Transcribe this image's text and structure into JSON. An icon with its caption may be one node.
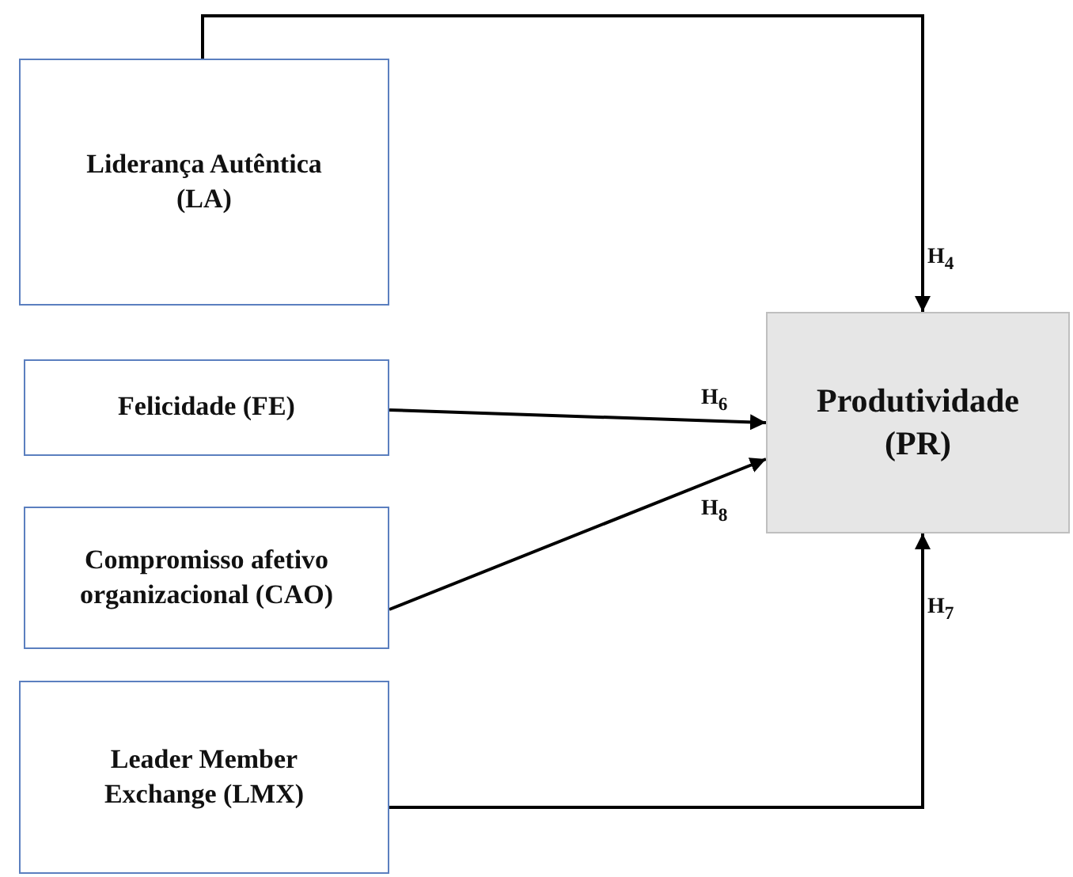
{
  "diagram": {
    "nodes": [
      {
        "text": [
          "Liderança Autêntica (LA)"
        ]
      },
      {
        "text": [
          "Felicidade (FE)"
        ]
      },
      {
        "text": [
          "Compromisso afetivo organizacional (CAO)"
        ]
      },
      {
        "text": [
          "Leader Member Exchange (LMX)"
        ]
      },
      {
        "text": [
          "Produtividade (PR)"
        ]
      }
    ],
    "edges": [
      {
        "from": 0,
        "to": 4,
        "arrow": "to",
        "label": "H$_{4}$"
      },
      {
        "from": 1,
        "to": 4,
        "arrow": "to",
        "label": "H$_{6}$"
      },
      {
        "from": 2,
        "to": 4,
        "arrow": "to",
        "label": "H$_{8}$"
      },
      {
        "from": 3,
        "to": 4,
        "arrow": "to",
        "label": "H$_{7}$"
      }
    ]
  }
}
